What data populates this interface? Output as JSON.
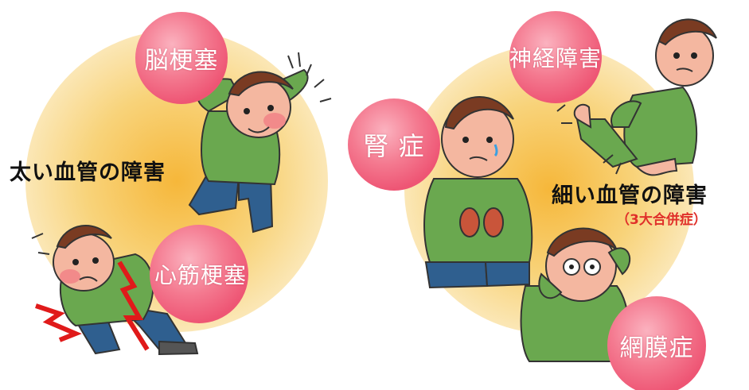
{
  "groups": {
    "large_vessels": {
      "title": "太い血管の障害",
      "items": [
        "脳梗塞",
        "心筋梗塞"
      ]
    },
    "small_vessels": {
      "title": "細い血管の障害",
      "subtitle": "（3大合併症）",
      "items": [
        "神経障害",
        "腎 症",
        "網膜症"
      ]
    }
  },
  "colors": {
    "glow": "#f6c84a",
    "bubble": "#f46e86",
    "title_text": "#111111",
    "subtitle_text": "#e0302a",
    "jacket": "#6aa84f",
    "pants": "#2f5f8f",
    "skin": "#f4b7a0",
    "hair": "#7a3b22"
  }
}
